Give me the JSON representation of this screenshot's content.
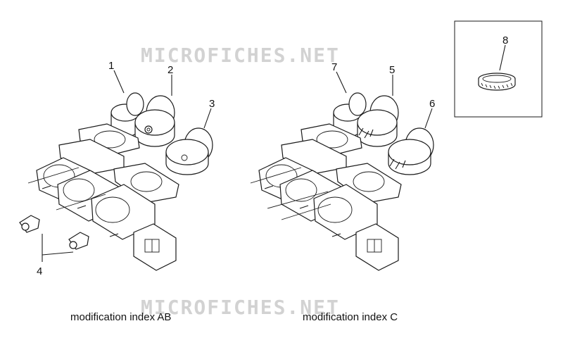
{
  "watermark": "MICROFICHES.NET",
  "callouts": {
    "c1": "1",
    "c2": "2",
    "c3": "3",
    "c4": "4",
    "c5": "5",
    "c6": "6",
    "c7": "7",
    "c8": "8"
  },
  "captions": {
    "left": "modification index AB",
    "right": "modification index C"
  }
}
